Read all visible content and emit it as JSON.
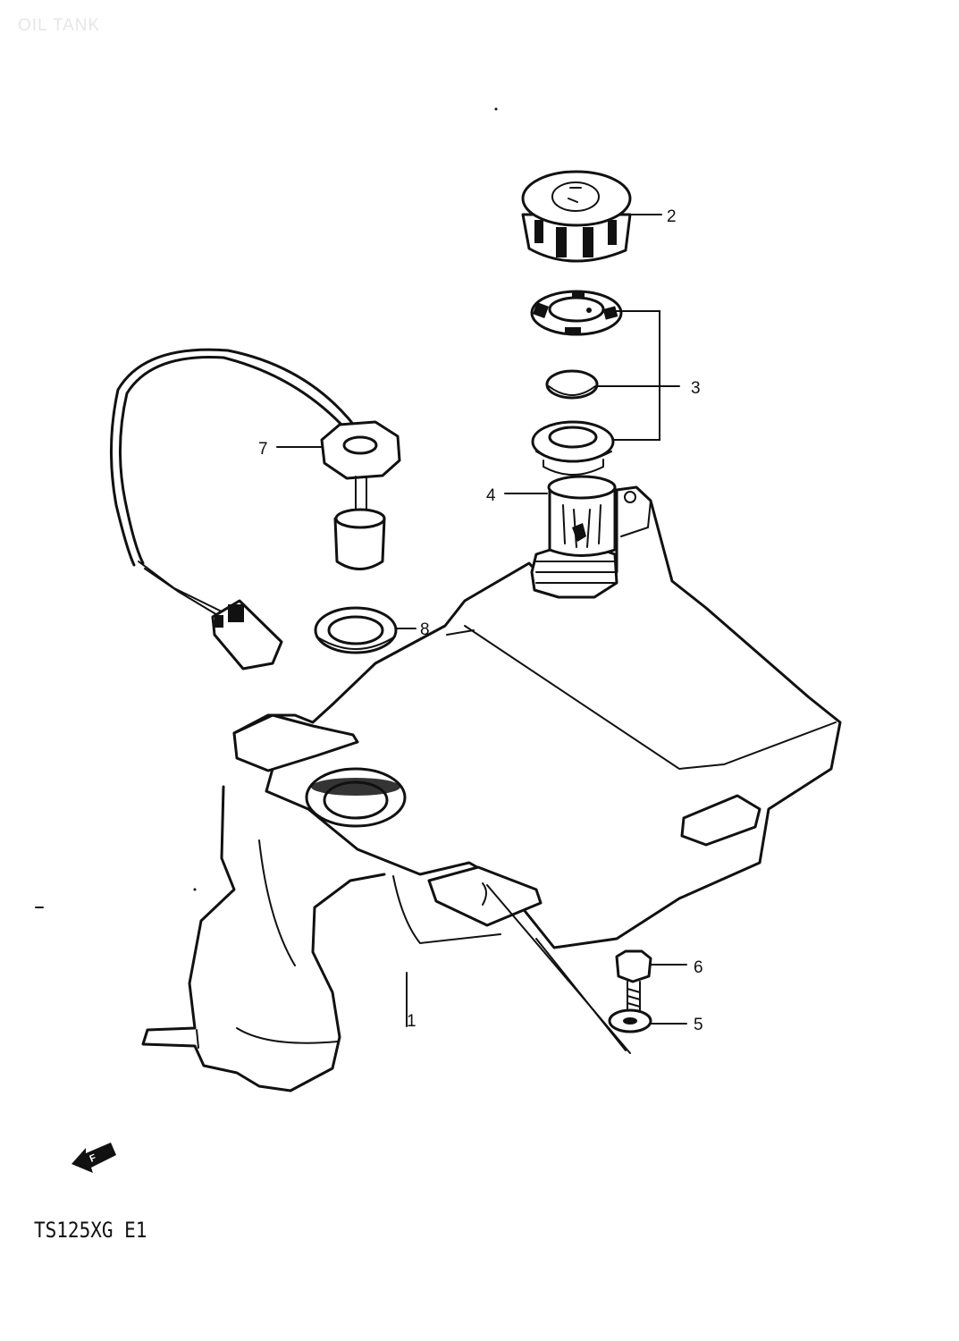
{
  "watermark": "OIL TANK",
  "model_code": "TS125XG E1",
  "arrow_label": "F",
  "callouts": [
    "1",
    "2",
    "3",
    "4",
    "5",
    "6",
    "7",
    "8"
  ]
}
